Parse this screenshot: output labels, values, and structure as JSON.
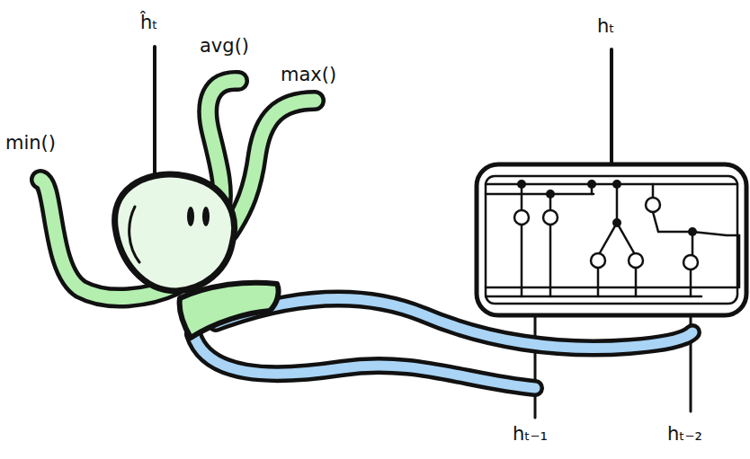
{
  "diagram": {
    "labels": [
      "ĥₜ",
      "avg()",
      "max()",
      "min()",
      "hₜ",
      "hₜ₋₁",
      "hₜ₋₂"
    ]
  }
}
